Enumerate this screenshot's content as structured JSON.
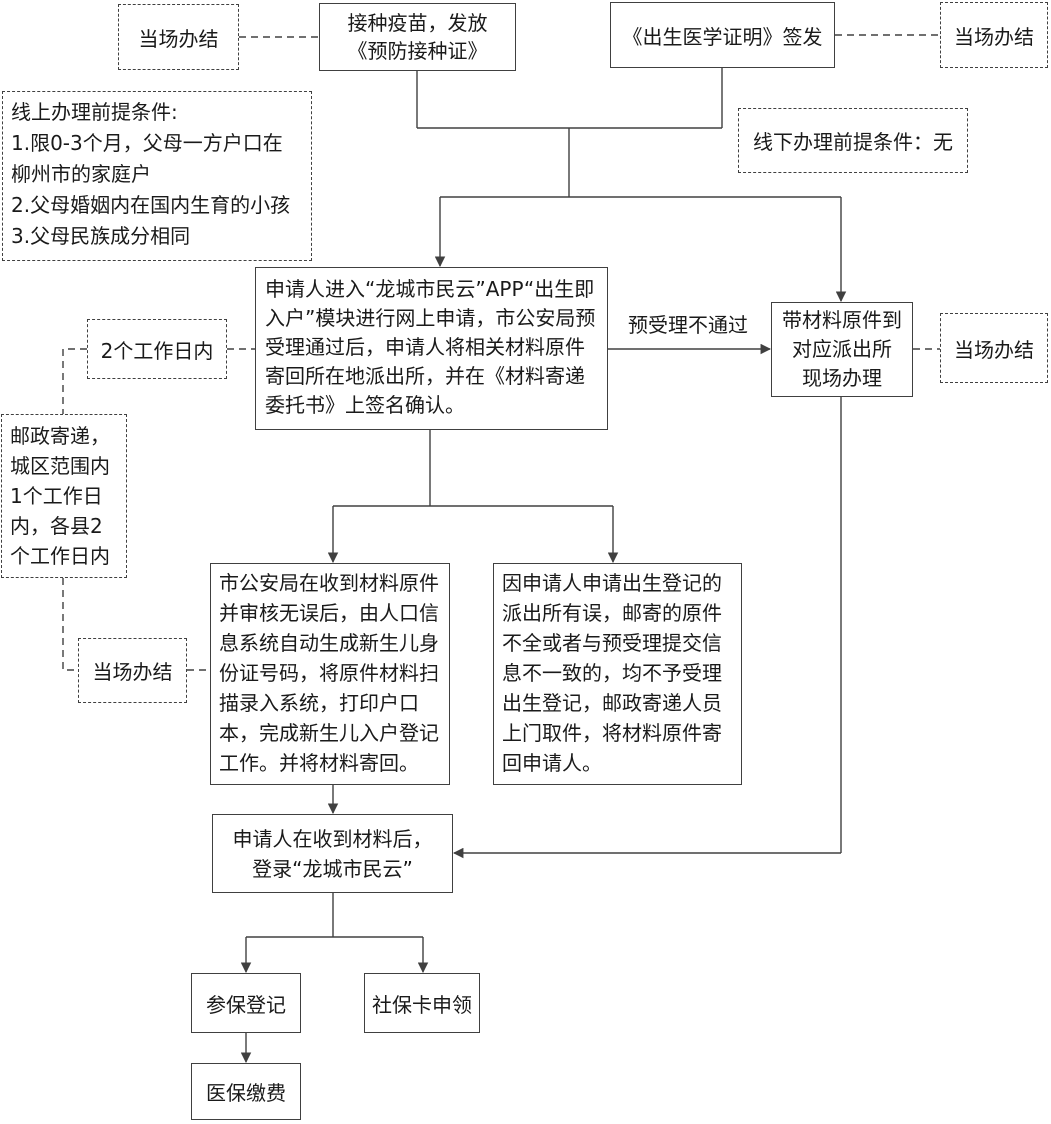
{
  "colors": {
    "line": "#404040",
    "text": "#1a1a1a",
    "background": "#ffffff"
  },
  "nodes": {
    "done_top_left": {
      "label": "当场办结"
    },
    "vaccinate": {
      "label": "接种疫苗，发放\n《预防接种证》"
    },
    "birth_certificate": {
      "label": "《出生医学证明》签发"
    },
    "done_top_right": {
      "label": "当场办结"
    },
    "online_prerequisites": {
      "label": "线上办理前提条件:\n1.限0-3个月，父母一方户口在\n柳州市的家庭户\n2.父母婚姻内在国内生育的小孩\n3.父母民族成分相同"
    },
    "offline_prerequisites": {
      "label": "线下办理前提条件：无"
    },
    "apply_online": {
      "label": "申请人进入“龙城市民云”APP“出生即入户”模块进行网上申请，市公安局预受理通过后，申请人将相关材料原件寄回所在地派出所，并在《材料寄递委托书》上签名确认。"
    },
    "precheck_fail": {
      "label": "预受理不通过"
    },
    "onsite_handle": {
      "label": "带材料原件到\n对应派出所\n现场办理"
    },
    "done_mid_right": {
      "label": "当场办结"
    },
    "two_working_days": {
      "label": "2个工作日内"
    },
    "postal_delivery": {
      "label": "邮政寄递，\n城区范围内\n1个工作日\n内，各县2\n个工作日内"
    },
    "done_left": {
      "label": "当场办结"
    },
    "police_register": {
      "label": "市公安局在收到材料原件并审核无误后，由人口信息系统自动生成新生儿身份证号码，将原件材料扫描录入系统，打印户口本，完成新生儿入户登记工作。并将材料寄回。"
    },
    "reject_return": {
      "label": "因申请人申请出生登记的派出所有误，邮寄的原件不全或者与预受理提交信息不一致的，均不予受理出生登记，邮政寄递人员上门取件，将材料原件寄回申请人。"
    },
    "receive_login": {
      "label": "申请人在收到材料后，\n登录“龙城市民云”"
    },
    "insurance_register": {
      "label": "参保登记"
    },
    "social_card": {
      "label": "社保卡申领"
    },
    "medical_payment": {
      "label": "医保缴费"
    }
  }
}
